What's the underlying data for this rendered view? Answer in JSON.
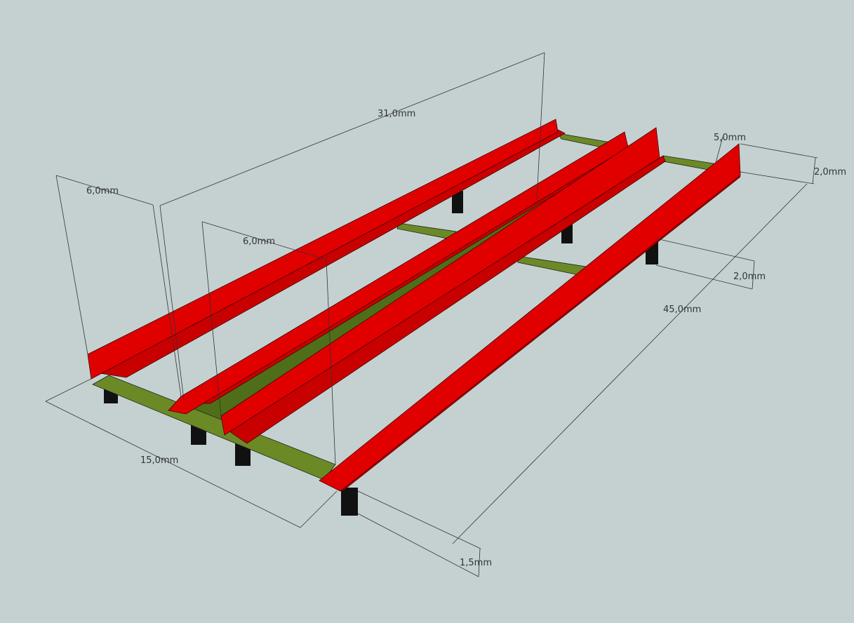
{
  "dimensions": {
    "overall_length_top": "31,0mm",
    "rail_gap_left": "6,0mm",
    "rail_gap_middle": "6,0mm",
    "flange_width": "5,0mm",
    "rail_height": "2,0mm",
    "leg_height": "2,0mm",
    "overall_length": "45,0mm",
    "overall_width": "15,0mm",
    "leg_width": "1,5mm"
  },
  "colors": {
    "rail": "#e00000",
    "crossbar": "#4f6e1a",
    "leg": "#111111",
    "background": "#c5d1d1"
  }
}
